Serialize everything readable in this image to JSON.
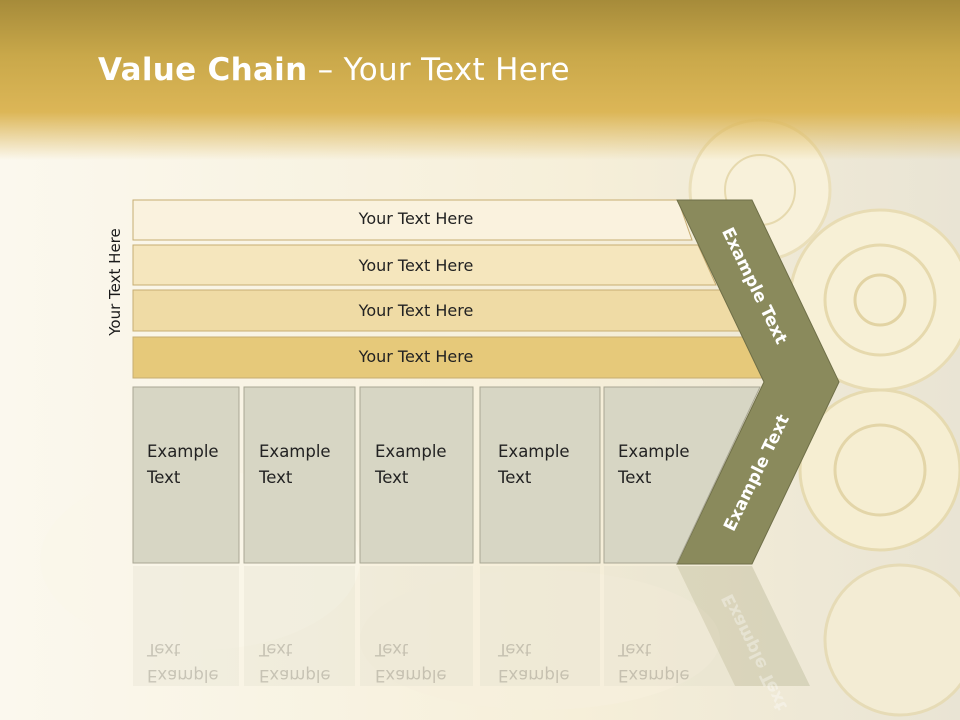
{
  "slide": {
    "title_bold": "Value Chain",
    "title_rest": " – Your Text Here",
    "side_label": "Your Text Here"
  },
  "bars": [
    {
      "label": "Your Text Here",
      "color": "#faf2de"
    },
    {
      "label": "Your Text Here",
      "color": "#f5e6bd"
    },
    {
      "label": "Your Text Here",
      "color": "#efdba5"
    },
    {
      "label": "Your Text Here",
      "color": "#e6c97a"
    }
  ],
  "boxes": [
    {
      "line1": "Example",
      "line2": "Text"
    },
    {
      "line1": "Example",
      "line2": "Text"
    },
    {
      "line1": "Example",
      "line2": "Text"
    },
    {
      "line1": "Example",
      "line2": "Text"
    },
    {
      "line1": "Example",
      "line2": "Text"
    }
  ],
  "chevron": {
    "upper_label": "Example Text",
    "lower_label": "Example Text",
    "color": "#8a8a5c"
  },
  "colors": {
    "header": "#c9a84a",
    "box_fill": "#d7d6c4",
    "box_stroke": "#a9a794"
  }
}
